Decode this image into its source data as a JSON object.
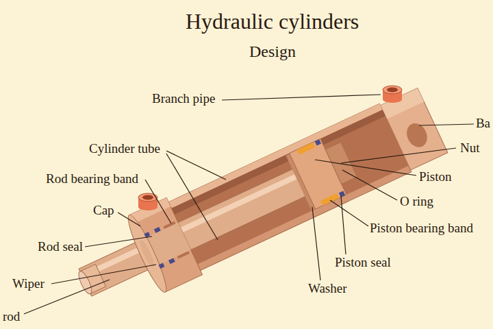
{
  "diagram": {
    "title": "Hydraulic cylinders",
    "labels": [
      "Design",
      "Branch pipe",
      "Ba",
      "Cylinder tube",
      "Nut",
      "Rod bearing band",
      "Piston",
      "Cap",
      "O ring",
      "Rod seal",
      "Piston bearing band",
      "Piston seal",
      "Wiper",
      "Washer",
      "rod"
    ]
  }
}
